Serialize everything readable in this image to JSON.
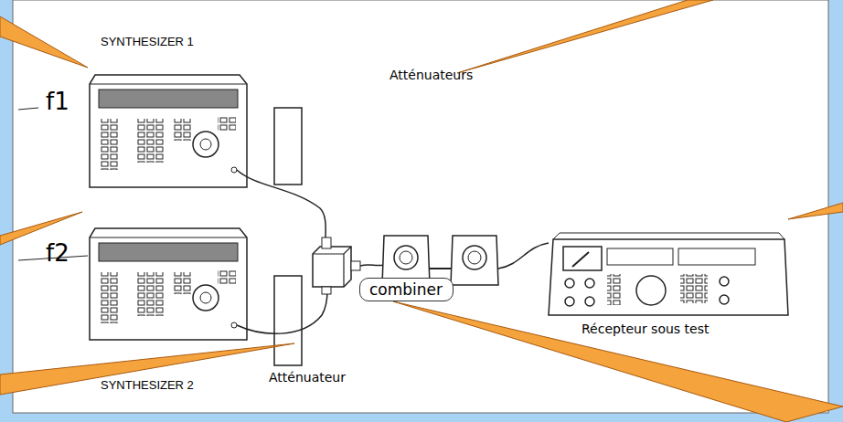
{
  "diagram": {
    "nodes": [
      {
        "text": [
          "combiner"
        ]
      }
    ],
    "labels": [
      "SYNTHESIZER 1",
      "f1",
      "Atténuateurs",
      "f2",
      "SYNTHESIZER 2",
      "Atténuateur",
      "Récepteur sous test"
    ]
  }
}
